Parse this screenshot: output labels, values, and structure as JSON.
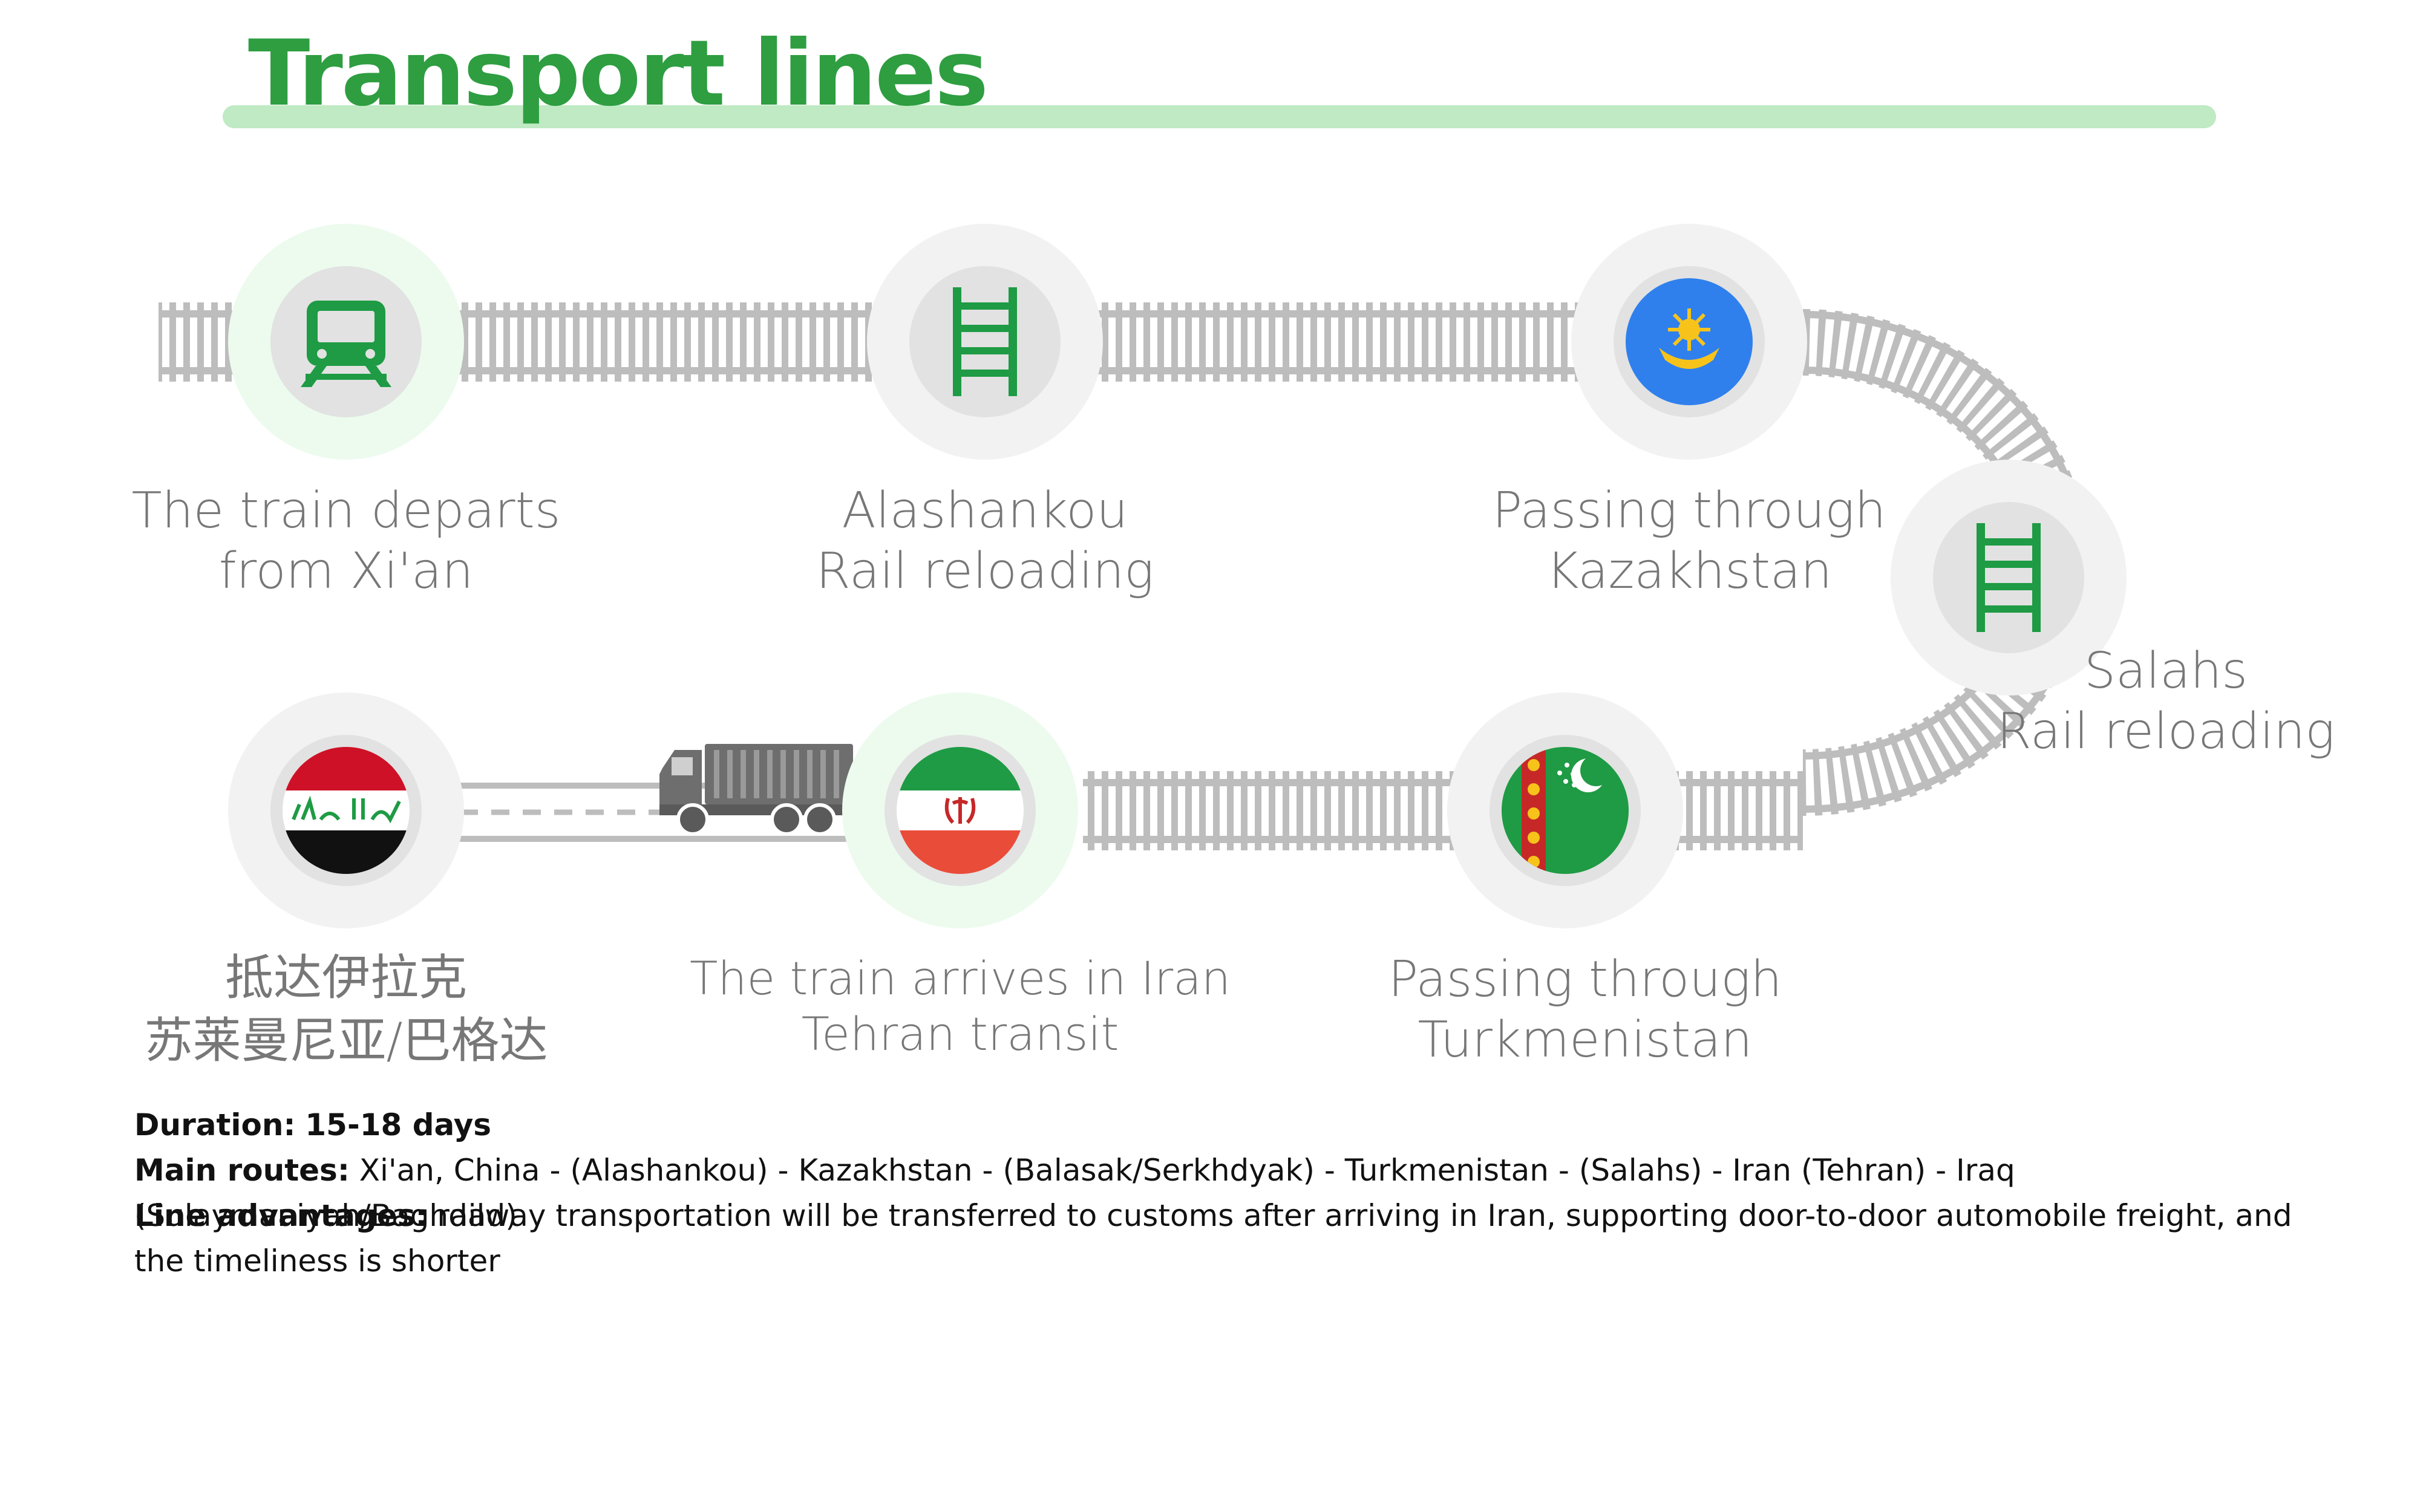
{
  "title": "Transport lines",
  "colors": {
    "brand_green": "#2e9e41",
    "accent_light_green": "#bfeac3",
    "track_gray": "#bdbdbd",
    "label_gray": "#777777"
  },
  "stops": [
    {
      "id": "xian",
      "icon": "train-icon",
      "line1": "The train departs",
      "line2": "from Xi'an"
    },
    {
      "id": "alashankou",
      "icon": "rail-track-icon",
      "line1": "Alashankou",
      "line2": "Rail reloading"
    },
    {
      "id": "kazakhstan",
      "icon": "kazakhstan-flag-icon",
      "line1": "Passing through",
      "line2": "Kazakhstan"
    },
    {
      "id": "salahs",
      "icon": "rail-track-icon",
      "line1": "Salahs",
      "line2": "Rail reloading"
    },
    {
      "id": "turkmenistan",
      "icon": "turkmenistan-flag-icon",
      "line1": "Passing through",
      "line2": "Turkmenistan"
    },
    {
      "id": "iran",
      "icon": "iran-flag-icon",
      "line1": "The train arrives in Iran",
      "line2": "Tehran transit"
    },
    {
      "id": "iraq",
      "icon": "iraq-flag-icon",
      "line1": "抵达伊拉克",
      "line2": "苏莱曼尼亚/巴格达"
    }
  ],
  "truck_icon": "truck-icon",
  "info": {
    "duration_label": "Duration:",
    "duration_value": "15-18 days",
    "routes_label": "Main routes:",
    "routes_value": "Xi'an, China - (Alashankou) - Kazakhstan - (Balasak/Serkhdyak) - Turkmenistan - (Salahs) - Iran (Tehran) - Iraq (Sulaymaniyah/Baghdad)",
    "advantages_label": "Line advantages:",
    "advantages_value": "railway transportation will be transferred to customs after arriving in Iran, supporting door-to-door automobile freight, and the timeliness is shorter"
  }
}
